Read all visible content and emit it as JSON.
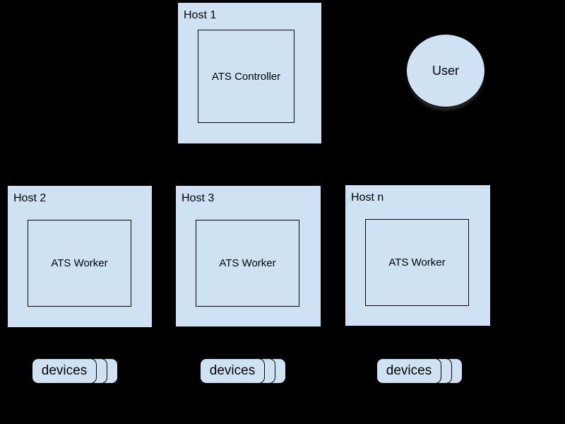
{
  "colors": {
    "background": "#000000",
    "node_fill": "#cfe2f3",
    "node_border": "#000000",
    "text": "#000000"
  },
  "controller_host": {
    "label": "Host 1",
    "component": "ATS Controller"
  },
  "user": {
    "label": "User"
  },
  "worker_hosts": [
    {
      "label": "Host 2",
      "component": "ATS Worker"
    },
    {
      "label": "Host 3",
      "component": "ATS Worker"
    },
    {
      "label": "Host n",
      "component": "ATS Worker"
    }
  ],
  "device_stacks": [
    {
      "label": "devices"
    },
    {
      "label": "devices"
    },
    {
      "label": "devices"
    }
  ]
}
